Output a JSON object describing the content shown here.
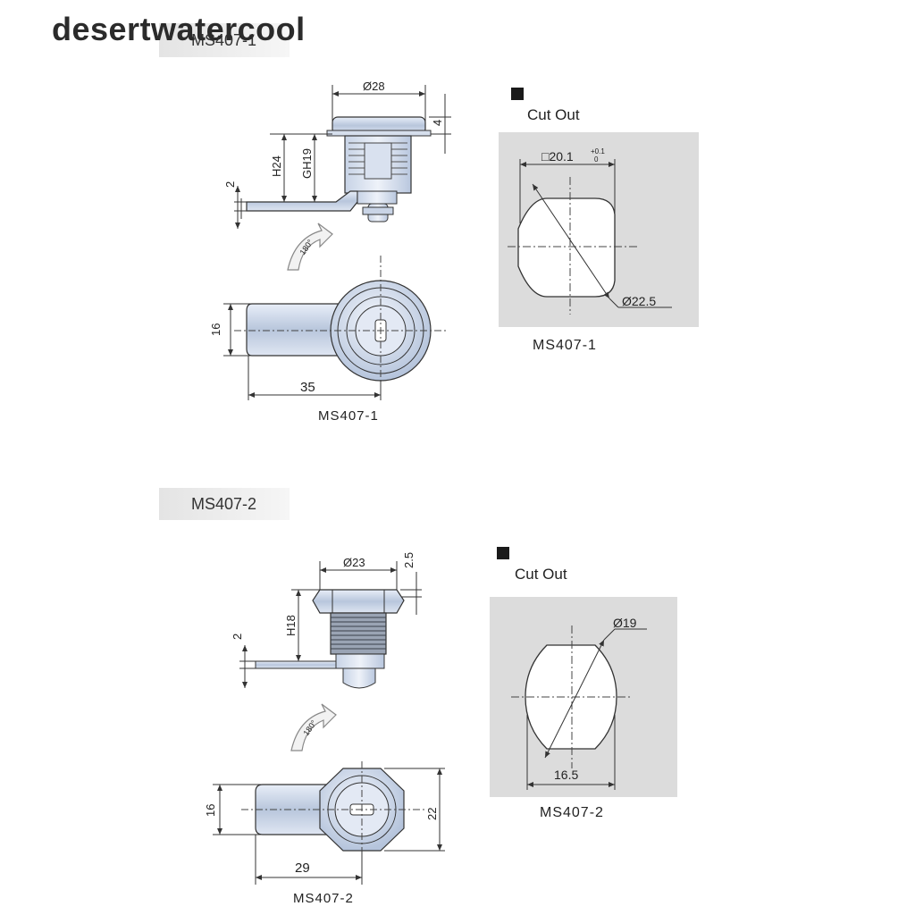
{
  "watermark": "desertwatercool",
  "sections": [
    {
      "tag": "MS407-1",
      "dims": {
        "dia_top": "Ø28",
        "flange": "4",
        "h_total": "H24",
        "h_gh": "GH19",
        "cam_thick": "2",
        "rotate": "180°",
        "width_cam": "16",
        "length": "35"
      },
      "caption": "MS407-1",
      "cutout": {
        "title": "Cut Out",
        "square": "□20.1",
        "tol_up": "+0.1",
        "tol_down": "0",
        "diameter": "Ø22.5",
        "caption": "MS407-1"
      }
    },
    {
      "tag": "MS407-2",
      "dims": {
        "dia_top": "Ø23",
        "flange": "2.5",
        "h_total": "H18",
        "cam_thick": "2",
        "rotate": "180°",
        "width_cam": "16",
        "across": "22",
        "length": "29"
      },
      "caption": "MS407-2",
      "cutout": {
        "title": "Cut Out",
        "diameter": "Ø19",
        "flat": "16.5",
        "caption": "MS407-2"
      }
    }
  ]
}
